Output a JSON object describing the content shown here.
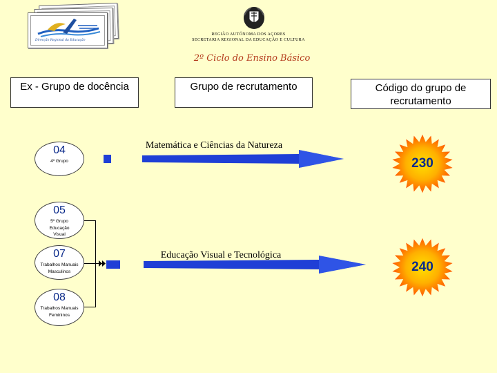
{
  "header": {
    "region": "REGIÃO AUTÓNOMA DOS AÇORES",
    "secretariat": "SECRETARIA REGIONAL DA EDUCAÇÃO E CULTURA",
    "logo_caption": "Direcção Regional da Educação"
  },
  "subtitle": "2º Ciclo do Ensino Básico",
  "columns": {
    "former": "Ex - Grupo de docência",
    "recruitment": "Grupo de recrutamento",
    "code": "Código do grupo de recrutamento"
  },
  "former_groups": [
    {
      "number": "04",
      "label": "4º Grupo"
    },
    {
      "number": "05",
      "label": "5º Grupo Educação Visual"
    },
    {
      "number": "07",
      "label": "Trabalhos Manuais Masculinos"
    },
    {
      "number": "08",
      "label": "Trabalhos Manuais Femininos"
    }
  ],
  "recruitment_groups": [
    {
      "subject": "Matemática e Ciências da Natureza",
      "code": "230"
    },
    {
      "subject": "Educação Visual e Tecnológica",
      "code": "240"
    }
  ],
  "colors": {
    "background": "#ffffcc",
    "arrow": "#1f3fd6",
    "code_text": "#0b2a8a",
    "burst_outer": "#ff7a00",
    "burst_inner": "#ffe000",
    "subtitle": "#b33a1a"
  },
  "icons": [
    "coat-of-arms-icon",
    "regional-education-logo",
    "starburst-icon",
    "arrow-icon"
  ]
}
